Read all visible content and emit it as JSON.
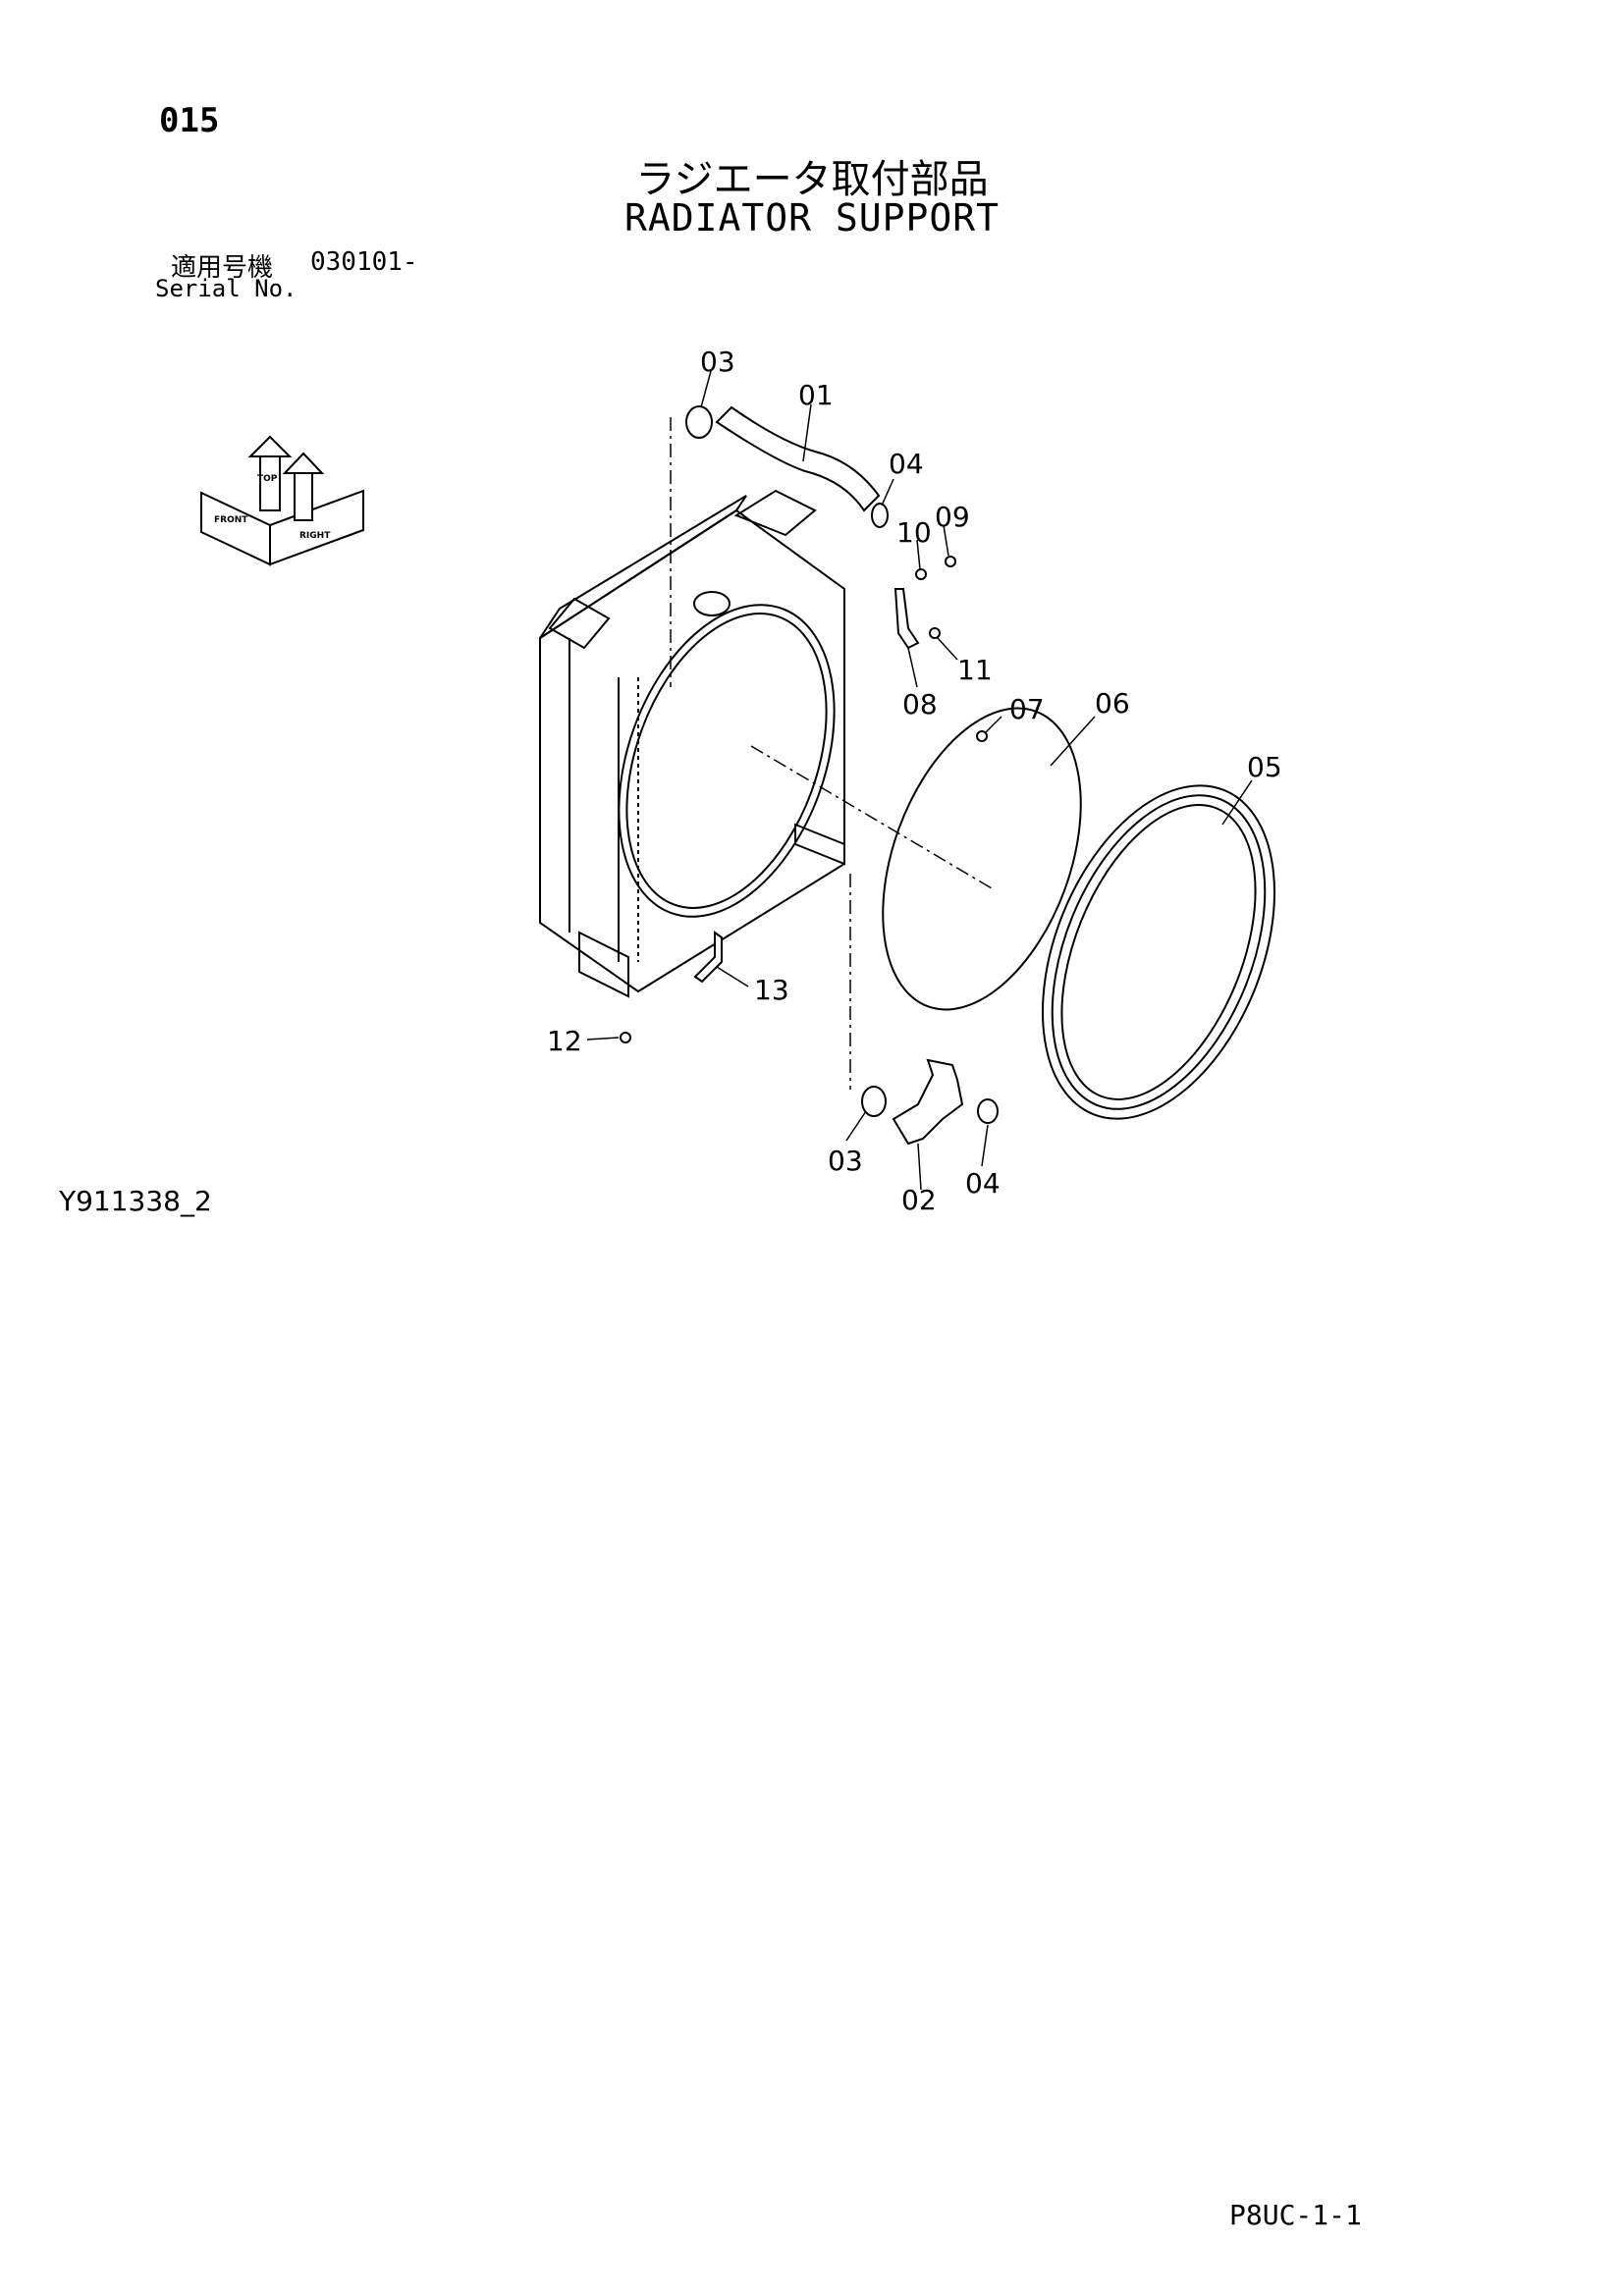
{
  "page_number": "015",
  "title_jp": "ラジエータ取付部品",
  "title_en": "RADIATOR SUPPORT",
  "serial": {
    "label_jp": "適用号機",
    "value": "030101-",
    "label_en": "Serial No."
  },
  "orientation": {
    "front": "FRONT",
    "top": "TOP",
    "right": "RIGHT"
  },
  "callouts": {
    "c01": "01",
    "c02": "02",
    "c03a": "03",
    "c03b": "03",
    "c04a": "04",
    "c04b": "04",
    "c05": "05",
    "c06": "06",
    "c07": "07",
    "c08": "08",
    "c09": "09",
    "c10": "10",
    "c11": "11",
    "c12": "12",
    "c13": "13"
  },
  "drawing_id": "Y911338_2",
  "page_code": "P8UC-1-1"
}
